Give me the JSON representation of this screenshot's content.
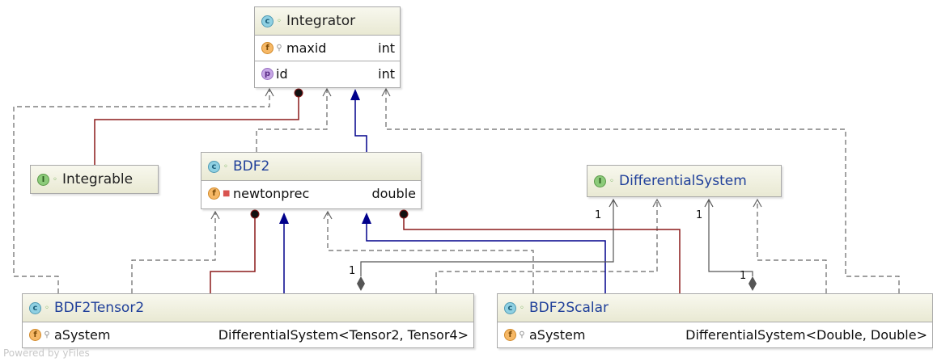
{
  "nodes": {
    "integrator": {
      "name": "Integrator",
      "icon": "class-icon",
      "fields": [
        {
          "name": "maxid",
          "type": "int",
          "icon": "field-icon",
          "visibility": "package-private"
        },
        {
          "name": "id",
          "type": "int",
          "icon": "property-icon",
          "visibility": ""
        }
      ]
    },
    "integrable": {
      "name": "Integrable",
      "icon": "interface-icon"
    },
    "bdf2": {
      "name": "BDF2",
      "icon": "class-icon",
      "fields": [
        {
          "name": "newtonprec",
          "type": "double",
          "icon": "field-icon",
          "visibility": "private"
        }
      ]
    },
    "differentialSystem": {
      "name": "DifferentialSystem",
      "icon": "interface-icon"
    },
    "bdf2Tensor2": {
      "name": "BDF2Tensor2",
      "icon": "class-icon",
      "fields": [
        {
          "name": "aSystem",
          "type": "DifferentialSystem<Tensor2, Tensor4>",
          "icon": "field-icon",
          "visibility": "package-private"
        }
      ]
    },
    "bdf2Scalar": {
      "name": "BDF2Scalar",
      "icon": "class-icon",
      "fields": [
        {
          "name": "aSystem",
          "type": "DifferentialSystem<Double, Double>",
          "icon": "field-icon",
          "visibility": "package-private"
        }
      ]
    }
  },
  "multiplicities": {
    "tensor_to_system": "1",
    "tensor_to_system_diamond": "1",
    "scalar_to_system": "1",
    "scalar_to_system_diamond": "1"
  },
  "watermark": "Powered by yFiles",
  "colors": {
    "inheritance": "#00008b",
    "inner_class": "#8b1a1a",
    "dependency": "#666666",
    "aggregation": "#555555"
  }
}
